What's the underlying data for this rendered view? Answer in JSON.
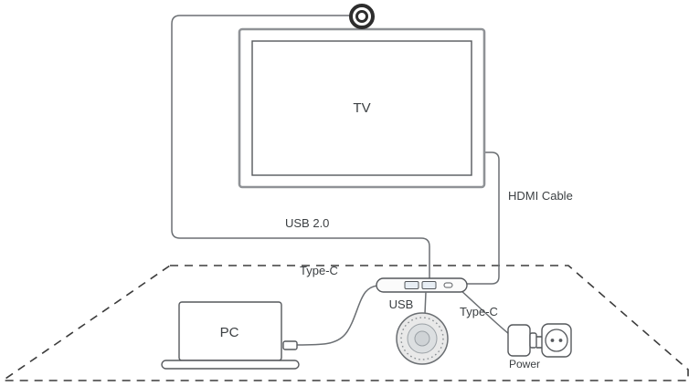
{
  "title": "Device connection setup diagram",
  "labels": {
    "tv": "TV",
    "pc": "PC",
    "usb2": "USB 2.0",
    "hdmi_cable": "HDMI Cable",
    "type_c_pc": "Type-C",
    "usb_speaker": "USB",
    "type_c_power": "Type-C",
    "power": "Power"
  },
  "icons": {
    "camera": "webcam-icon",
    "speakerphone": "speakerphone-icon",
    "laptop": "laptop-icon",
    "hub": "usb-hub-icon",
    "adapter": "power-adapter-icon",
    "outlet": "power-outlet-icon"
  },
  "colors": {
    "cable": "#6b6f73",
    "device_outline": "#55585c",
    "tv_frame": "#8f9296",
    "dashed_table": "#3c3c3c",
    "label_text": "#3c4043",
    "usb_port_fill": "#e8eef4",
    "speaker_fill": "#e9e9e9"
  }
}
